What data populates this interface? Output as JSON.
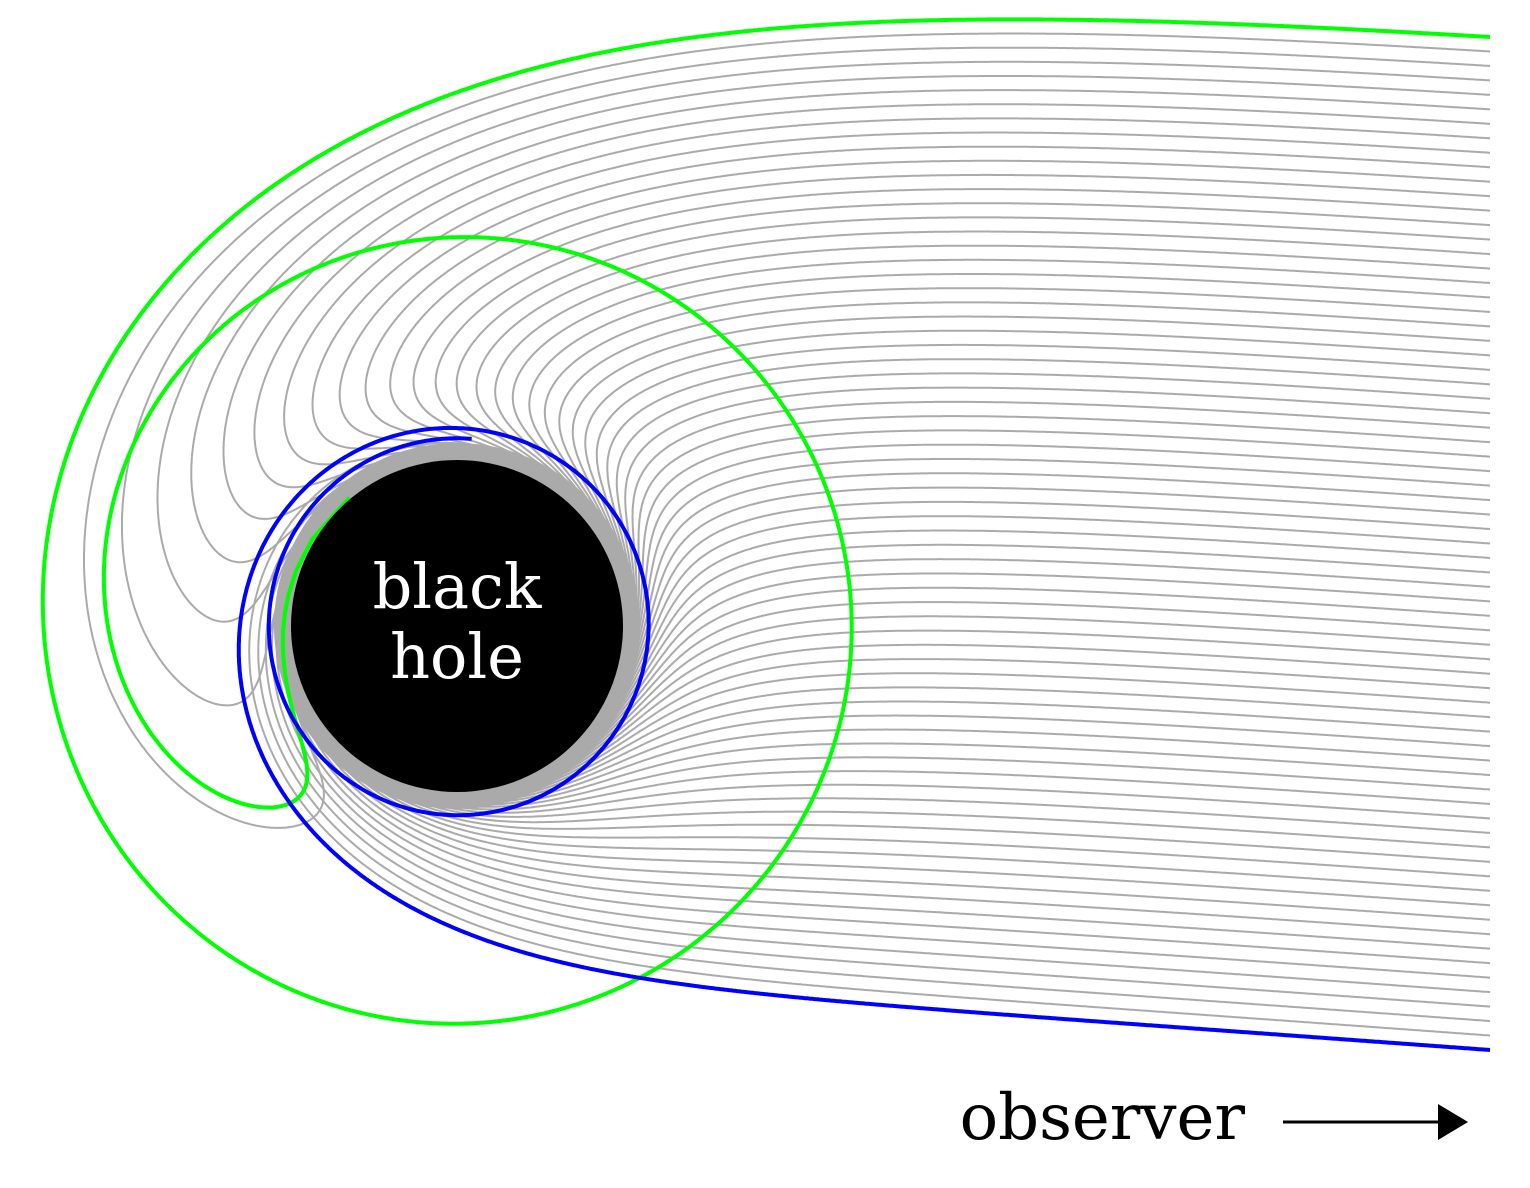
{
  "labels": {
    "black_hole_line1": "black",
    "black_hole_line2": "hole",
    "observer": "observer"
  },
  "colors": {
    "ray": "#aaaaaa",
    "outer_critical_ray": "#00ff00",
    "inner_critical_ray": "#0000ff",
    "horizon": "#000000",
    "horizon_ring": "#aaaaaa",
    "arrow": "#000000"
  }
}
